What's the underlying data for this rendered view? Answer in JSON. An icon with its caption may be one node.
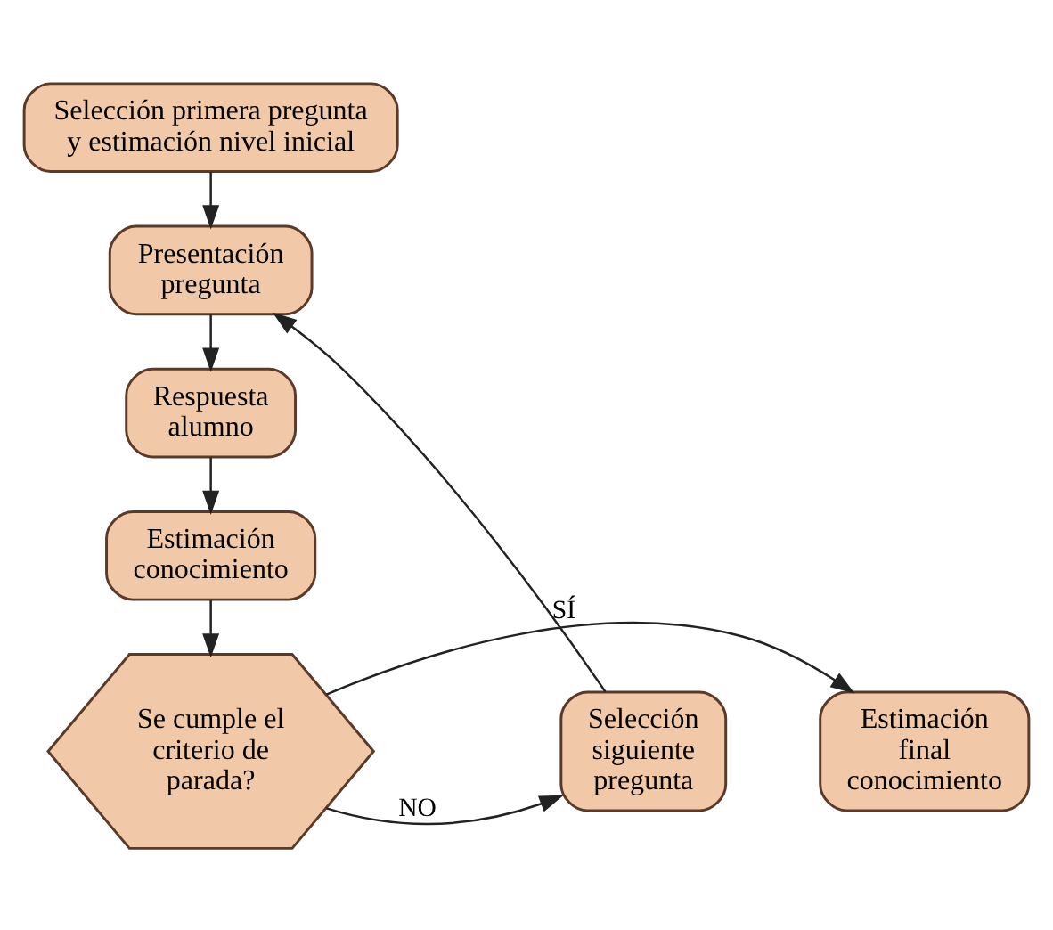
{
  "diagram": {
    "nodes": [
      {
        "text": [
          "Selección primera pregunta y estimación nivel inicial"
        ]
      },
      {
        "text": [
          "Presentación pregunta"
        ]
      },
      {
        "text": [
          "Respuesta alumno"
        ]
      },
      {
        "text": [
          "Estimación conocimiento"
        ]
      },
      {
        "text": [
          "Se cumple el criterio de parada?"
        ]
      },
      {
        "text": [
          "Estimación final conocimiento"
        ]
      },
      {
        "text": [
          "Selección siguiente pregunta"
        ]
      }
    ],
    "edges": [
      {
        "from": 0,
        "to": 1,
        "arrow": "to"
      },
      {
        "from": 1,
        "to": 2,
        "arrow": "to"
      },
      {
        "from": 2,
        "to": 3,
        "arrow": "to"
      },
      {
        "from": 3,
        "to": 4,
        "arrow": "to"
      },
      {
        "from": 4,
        "to": 5,
        "arrow": "to",
        "label": "SÍ"
      },
      {
        "from": 4,
        "to": 6,
        "arrow": "to",
        "label": "NO"
      },
      {
        "from": 6,
        "to": 1,
        "arrow": "to"
      }
    ]
  }
}
